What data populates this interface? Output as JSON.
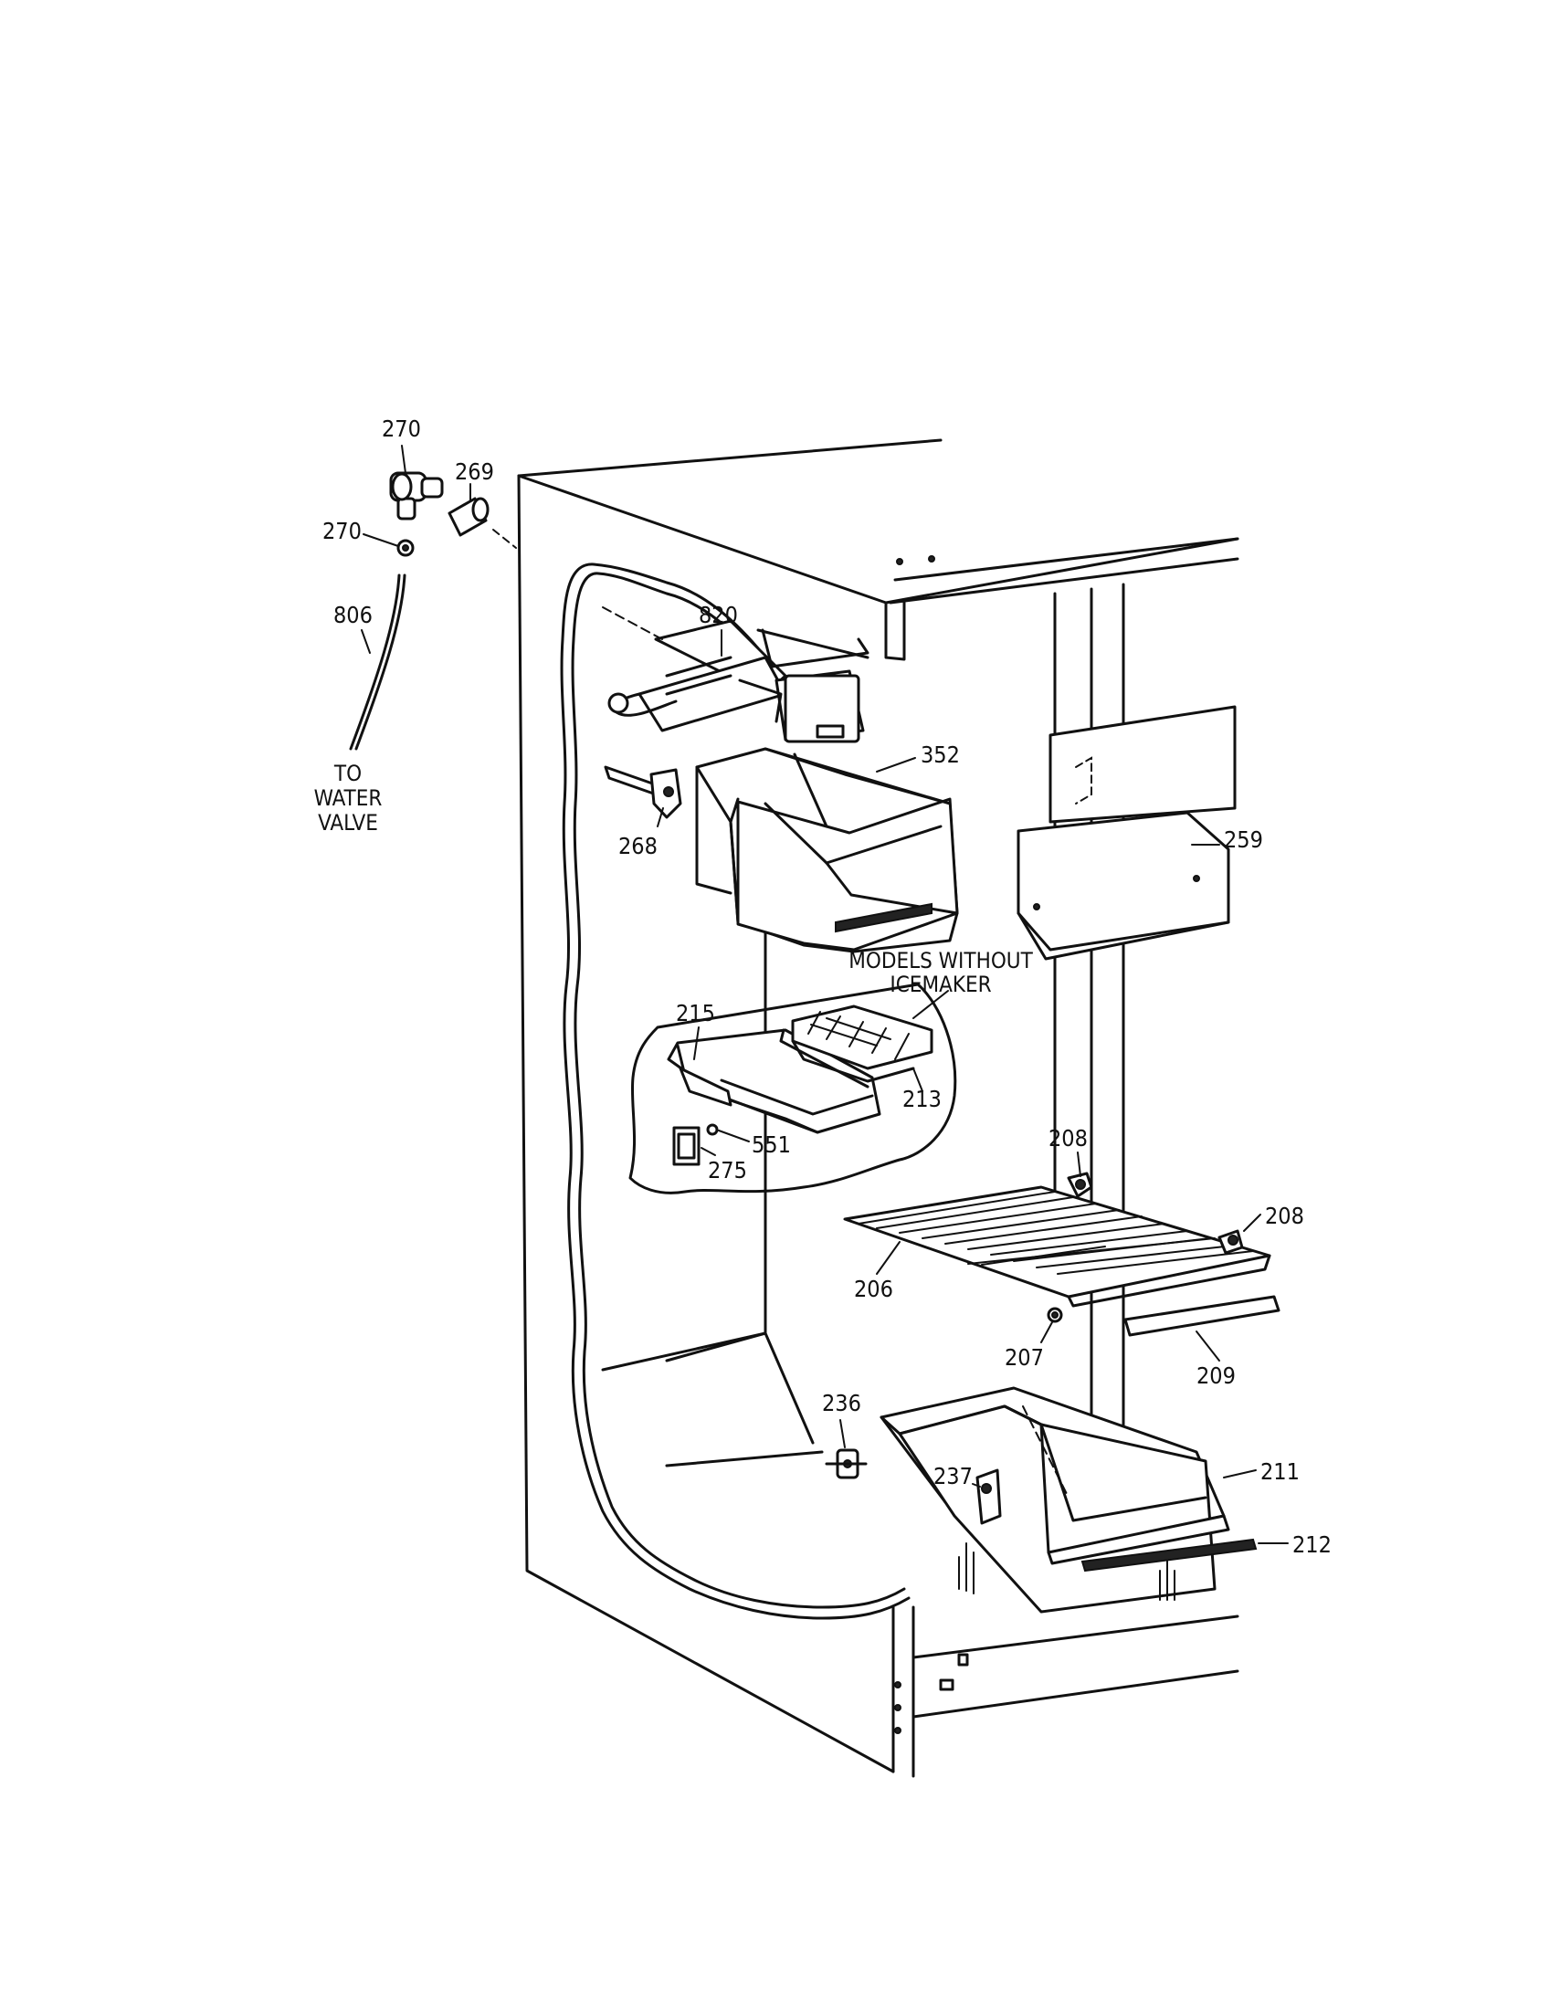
{
  "labels": {
    "p270_top": "270",
    "p269": "269",
    "p270_nut": "270",
    "p806": "806",
    "p820": "820",
    "p352": "352",
    "p268": "268",
    "p259": "259",
    "p215": "215",
    "p213": "213",
    "p551": "551",
    "p275": "275",
    "p208_left": "208",
    "p208_right": "208",
    "p206": "206",
    "p207": "207",
    "p209": "209",
    "p236": "236",
    "p237": "237",
    "p211": "211",
    "p212": "212"
  },
  "notes": {
    "to_water_valve": [
      "TO",
      "WATER",
      "VALVE"
    ],
    "models_without_icemaker": [
      "MODELS WITHOUT",
      "ICEMAKER"
    ]
  }
}
